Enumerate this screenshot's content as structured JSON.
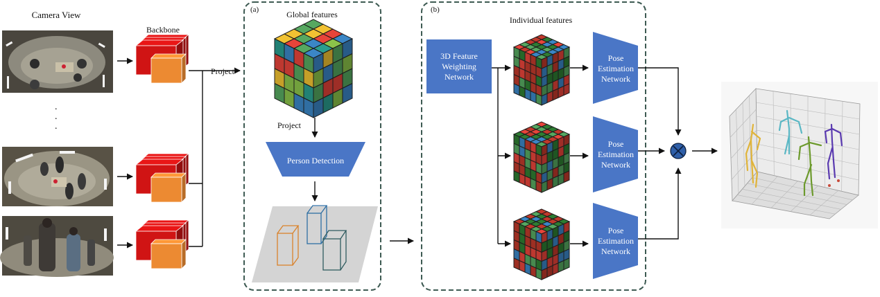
{
  "labels": {
    "camera_view": "Camera View",
    "backbone": "Backbone",
    "project_1": "Project",
    "project_2": "Project",
    "panel_a": "(a)",
    "panel_b": "(b)",
    "global_features": "Global features",
    "individual_features": "Individual features",
    "person_detection": "Person Detection",
    "weighting_network": "3D Feature\nWeighting\nNetwork",
    "pose_net_1": "Pose\nEstimation\nNetwork",
    "pose_net_2": "Pose\nEstimation\nNetwork",
    "pose_net_3": "Pose\nEstimation\nNetwork"
  },
  "colors": {
    "block_blue": "#4a76c6",
    "backbone_red": "#d01414",
    "backbone_orange": "#ec8a32",
    "dashed_border": "#3d5a52",
    "cube_palette": [
      "#e8443a",
      "#3b86c6",
      "#56a860",
      "#f1c232",
      "#2a9d8f",
      "#8bc34a"
    ],
    "cube_palette_small": [
      "#e8443a",
      "#3b86c6",
      "#56a860",
      "#c0392b",
      "#2e7d32"
    ],
    "det_box_orange": "#d9822b",
    "det_box_blue": "#2d6ea3",
    "det_box_teal": "#2f5b5f",
    "skeleton_colors": [
      "#e0b43a",
      "#5ab7c4",
      "#6c9a2c",
      "#5a3ab0"
    ]
  },
  "icons": {
    "fusion": "circled-times-icon"
  }
}
